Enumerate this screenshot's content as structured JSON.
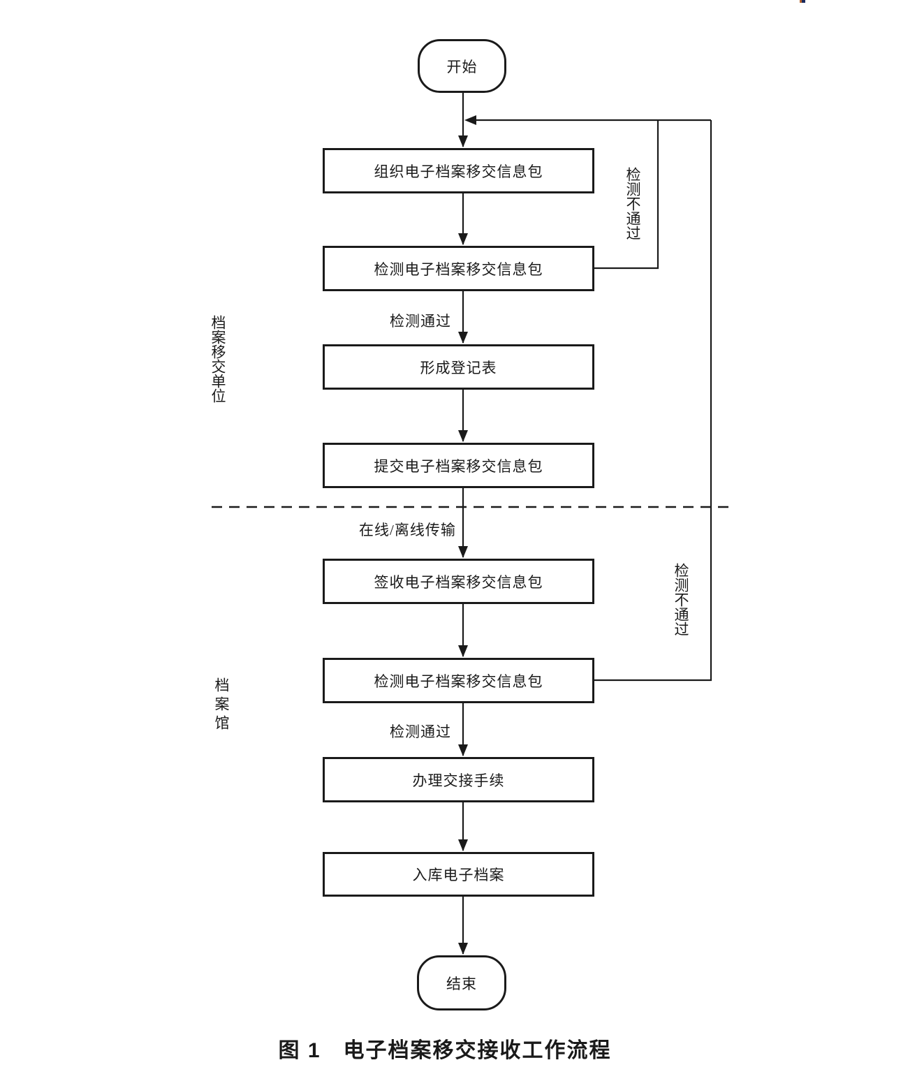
{
  "figure": {
    "caption": "图 1　电子档案移交接收工作流程"
  },
  "lanes": {
    "transfer_unit": "档案移交单位",
    "archives_repository": "档案馆"
  },
  "nodes": {
    "start": "开始",
    "organize_package": "组织电子档案移交信息包",
    "check_package_1": "检测电子档案移交信息包",
    "form_registry": "形成登记表",
    "submit_package": "提交电子档案移交信息包",
    "sign_receive_package": "签收电子档案移交信息包",
    "check_package_2": "检测电子档案移交信息包",
    "handover_procedure": "办理交接手续",
    "store_archives": "入库电子档案",
    "end": "结束"
  },
  "edge_labels": {
    "check_pass_1": "检测通过",
    "check_fail_1": "检测不通过",
    "online_offline_transfer": "在线/离线传输",
    "check_pass_2": "检测通过",
    "check_fail_2": "检测不通过"
  },
  "colors": {
    "ink": "#1a1a1a",
    "background": "#ffffff"
  }
}
